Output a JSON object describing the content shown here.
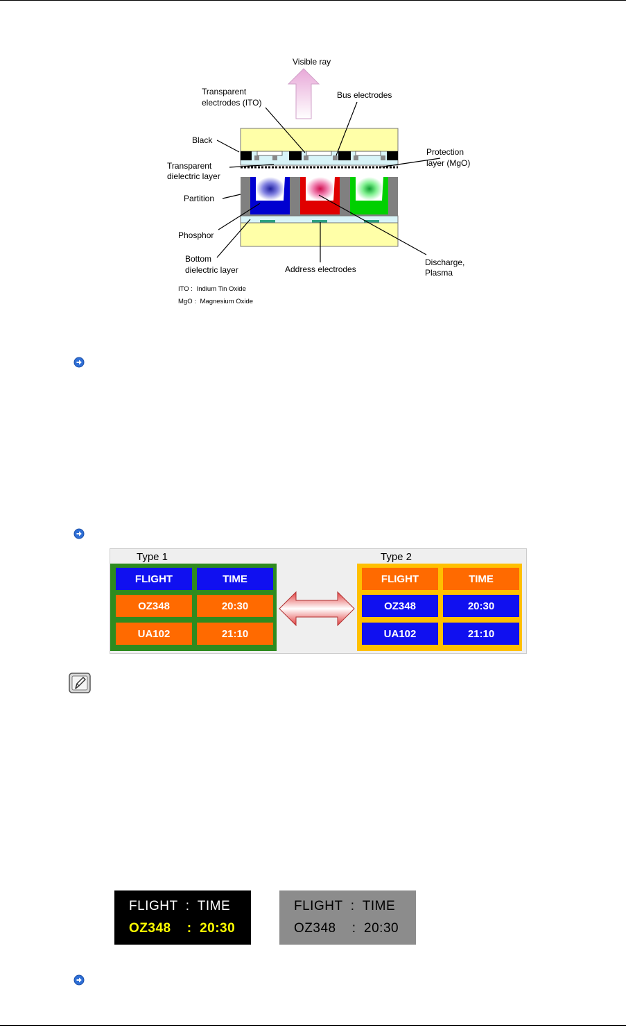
{
  "diagram": {
    "labels": {
      "visible_ray": "Visible ray",
      "transparent_electrodes_1": "Transparent",
      "transparent_electrodes_2": "electrodes  (ITO)",
      "bus_electrodes": "Bus electrodes",
      "black": "Black",
      "protection_1": "Protection",
      "protection_2": "layer (MgO)",
      "transparent_dielectric_1": "Transparent",
      "transparent_dielectric_2": "dielectric layer",
      "partition": "Partition",
      "phosphor": "Phosphor",
      "bottom_dielectric_1": "Bottom",
      "bottom_dielectric_2": "dielectric layer",
      "address_electrodes": "Address electrodes",
      "discharge_1": "Discharge,",
      "discharge_2": "Plasma"
    },
    "legend": {
      "ito_abbr": "ITO :",
      "ito_text": "Indium Tin Oxide",
      "mgo_abbr": "MgO :",
      "mgo_text": "Magnesium Oxide"
    }
  },
  "type_comparison": {
    "type1": {
      "title": "Type 1",
      "cells": [
        "FLIGHT",
        "TIME",
        "OZ348",
        "20:30",
        "UA102",
        "21:10"
      ]
    },
    "type2": {
      "title": "Type 2",
      "cells": [
        "FLIGHT",
        "TIME",
        "OZ348",
        "20:30",
        "UA102",
        "21:10"
      ]
    },
    "colors": {
      "green_border": "#2e8b1f",
      "orange": "#ff6a00",
      "blue": "#1010f0",
      "yellow_border": "#ffc000"
    }
  },
  "contrast_example": {
    "black_panel": {
      "line1": "FLIGHT  :  TIME",
      "line2": "OZ348    :  20:30"
    },
    "gray_panel": {
      "line1": "FLIGHT  :  TIME",
      "line2": "OZ348    :  20:30"
    }
  },
  "icons": [
    "arrow-bullet-icon",
    "note-icon"
  ]
}
